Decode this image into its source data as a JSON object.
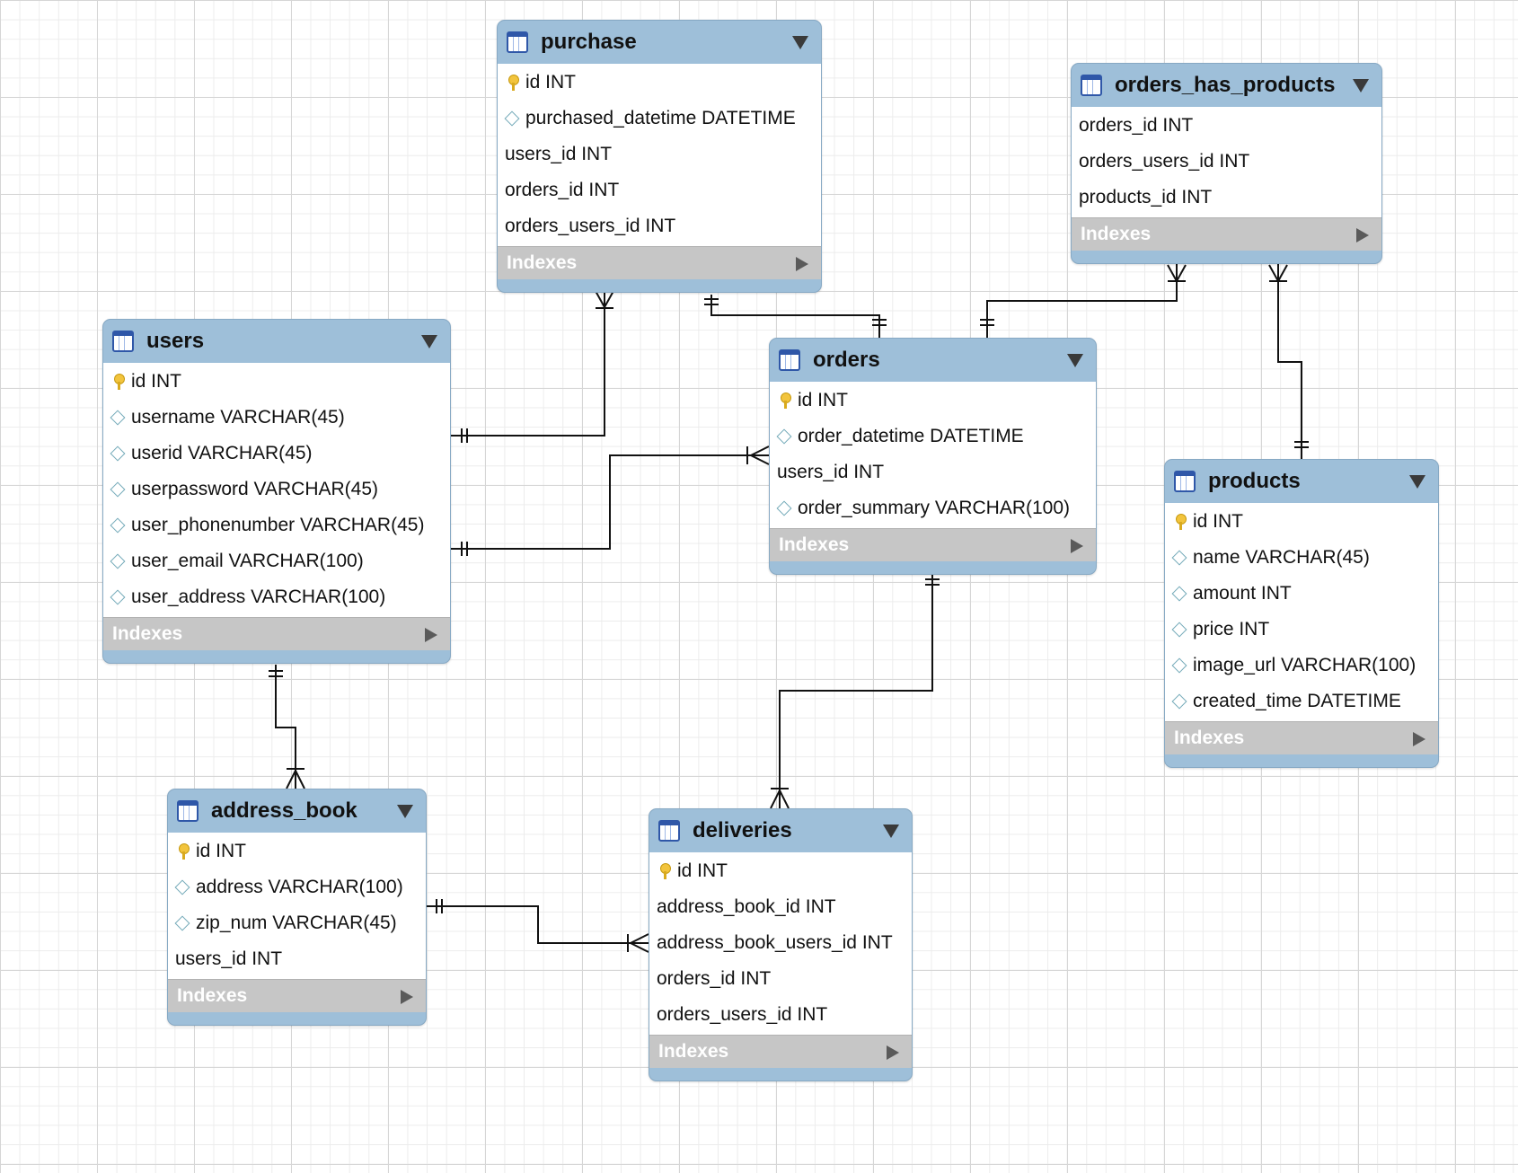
{
  "diagram": {
    "indexes_label": "Indexes",
    "entities": [
      {
        "id": "purchase",
        "name": "purchase",
        "columns": [
          {
            "text": "id INT",
            "icon": "key"
          },
          {
            "text": "purchased_datetime DATETIME",
            "icon": "diamond"
          },
          {
            "text": "users_id INT",
            "icon": "none"
          },
          {
            "text": "orders_id INT",
            "icon": "none"
          },
          {
            "text": "orders_users_id INT",
            "icon": "none"
          }
        ]
      },
      {
        "id": "orders_has_products",
        "name": "orders_has_products",
        "columns": [
          {
            "text": "orders_id INT",
            "icon": "none"
          },
          {
            "text": "orders_users_id INT",
            "icon": "none"
          },
          {
            "text": "products_id INT",
            "icon": "none"
          }
        ]
      },
      {
        "id": "users",
        "name": "users",
        "columns": [
          {
            "text": "id INT",
            "icon": "key"
          },
          {
            "text": "username VARCHAR(45)",
            "icon": "diamond"
          },
          {
            "text": "userid VARCHAR(45)",
            "icon": "diamond"
          },
          {
            "text": "userpassword VARCHAR(45)",
            "icon": "diamond"
          },
          {
            "text": "user_phonenumber VARCHAR(45)",
            "icon": "diamond"
          },
          {
            "text": "user_email VARCHAR(100)",
            "icon": "diamond"
          },
          {
            "text": "user_address VARCHAR(100)",
            "icon": "diamond"
          }
        ]
      },
      {
        "id": "orders",
        "name": "orders",
        "columns": [
          {
            "text": "id INT",
            "icon": "key"
          },
          {
            "text": "order_datetime DATETIME",
            "icon": "diamond"
          },
          {
            "text": "users_id INT",
            "icon": "none"
          },
          {
            "text": "order_summary VARCHAR(100)",
            "icon": "diamond"
          }
        ]
      },
      {
        "id": "products",
        "name": "products",
        "columns": [
          {
            "text": "id INT",
            "icon": "key"
          },
          {
            "text": "name VARCHAR(45)",
            "icon": "diamond"
          },
          {
            "text": "amount INT",
            "icon": "diamond"
          },
          {
            "text": "price INT",
            "icon": "diamond"
          },
          {
            "text": "image_url VARCHAR(100)",
            "icon": "diamond"
          },
          {
            "text": "created_time DATETIME",
            "icon": "diamond"
          }
        ]
      },
      {
        "id": "address_book",
        "name": "address_book",
        "columns": [
          {
            "text": "id INT",
            "icon": "key"
          },
          {
            "text": "address VARCHAR(100)",
            "icon": "diamond"
          },
          {
            "text": "zip_num VARCHAR(45)",
            "icon": "diamond"
          },
          {
            "text": "users_id INT",
            "icon": "none"
          }
        ]
      },
      {
        "id": "deliveries",
        "name": "deliveries",
        "columns": [
          {
            "text": "id INT",
            "icon": "key"
          },
          {
            "text": "address_book_id INT",
            "icon": "none"
          },
          {
            "text": "address_book_users_id INT",
            "icon": "none"
          },
          {
            "text": "orders_id INT",
            "icon": "none"
          },
          {
            "text": "orders_users_id INT",
            "icon": "none"
          }
        ]
      }
    ],
    "relationships": [
      {
        "id": "users-purchase",
        "from": "users",
        "to": "purchase",
        "from_cardinality": "one",
        "to_cardinality": "many"
      },
      {
        "id": "purchase-orders",
        "from": "purchase",
        "to": "orders",
        "from_cardinality": "one",
        "to_cardinality": "one"
      },
      {
        "id": "orders-orders_has_products",
        "from": "orders",
        "to": "orders_has_products",
        "from_cardinality": "one",
        "to_cardinality": "many"
      },
      {
        "id": "products-orders_has_products",
        "from": "products",
        "to": "orders_has_products",
        "from_cardinality": "one",
        "to_cardinality": "many"
      },
      {
        "id": "users-orders",
        "from": "users",
        "to": "orders",
        "from_cardinality": "one",
        "to_cardinality": "many"
      },
      {
        "id": "users-address_book",
        "from": "users",
        "to": "address_book",
        "from_cardinality": "one",
        "to_cardinality": "many"
      },
      {
        "id": "orders-deliveries",
        "from": "orders",
        "to": "deliveries",
        "from_cardinality": "one",
        "to_cardinality": "many"
      },
      {
        "id": "address_book-deliveries",
        "from": "address_book",
        "to": "deliveries",
        "from_cardinality": "one",
        "to_cardinality": "many"
      }
    ]
  }
}
